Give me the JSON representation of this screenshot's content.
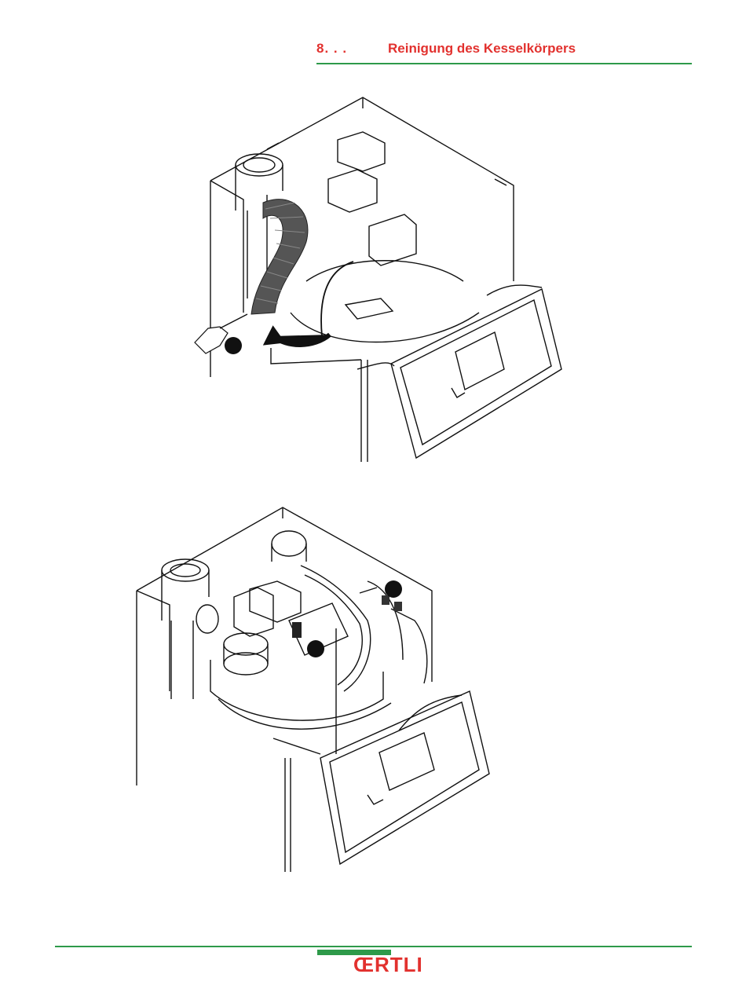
{
  "header": {
    "section_number": "8.  .  .",
    "title": "Reinigung des Kesselkörpers"
  },
  "figures": [
    {
      "markers": [
        "",
        ""
      ]
    },
    {
      "markers": [
        "",
        "",
        ""
      ]
    }
  ],
  "footer": {
    "logo": "ŒRTLI"
  },
  "colors": {
    "accent_red": "#e2312e",
    "accent_green": "#2e9a4a"
  }
}
